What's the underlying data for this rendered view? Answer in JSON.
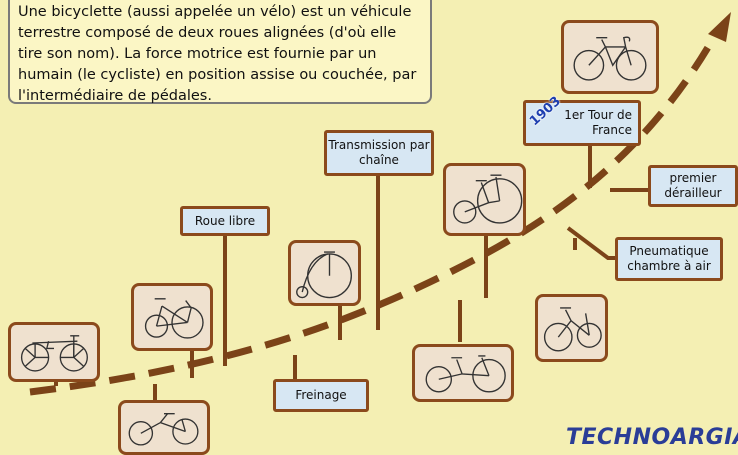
{
  "intro_text": "Une bicyclette (aussi appelée un vélo) est un véhicule terrestre composé de deux roues alignées (d'où elle tire son nom). La force motrice est fournie par un humain (le cycliste) en position assise ou couchée, par l'intermédiaire de pédales.",
  "labels": {
    "roue_libre": "Roue libre",
    "freinage": "Freinage",
    "transmission": "Transmission par chaîne",
    "tour_de_france": "1er Tour de France",
    "year_1903": "1903",
    "derailleur": "premier dérailleur",
    "pneumatique": "Pneumatique chambre à air"
  },
  "brand": "TECHNOARGIA",
  "colors": {
    "timeline": "#7b4318",
    "background": "#f4efb3",
    "label_fill": "#d7e7f3",
    "accent_blue": "#2a3d97"
  }
}
